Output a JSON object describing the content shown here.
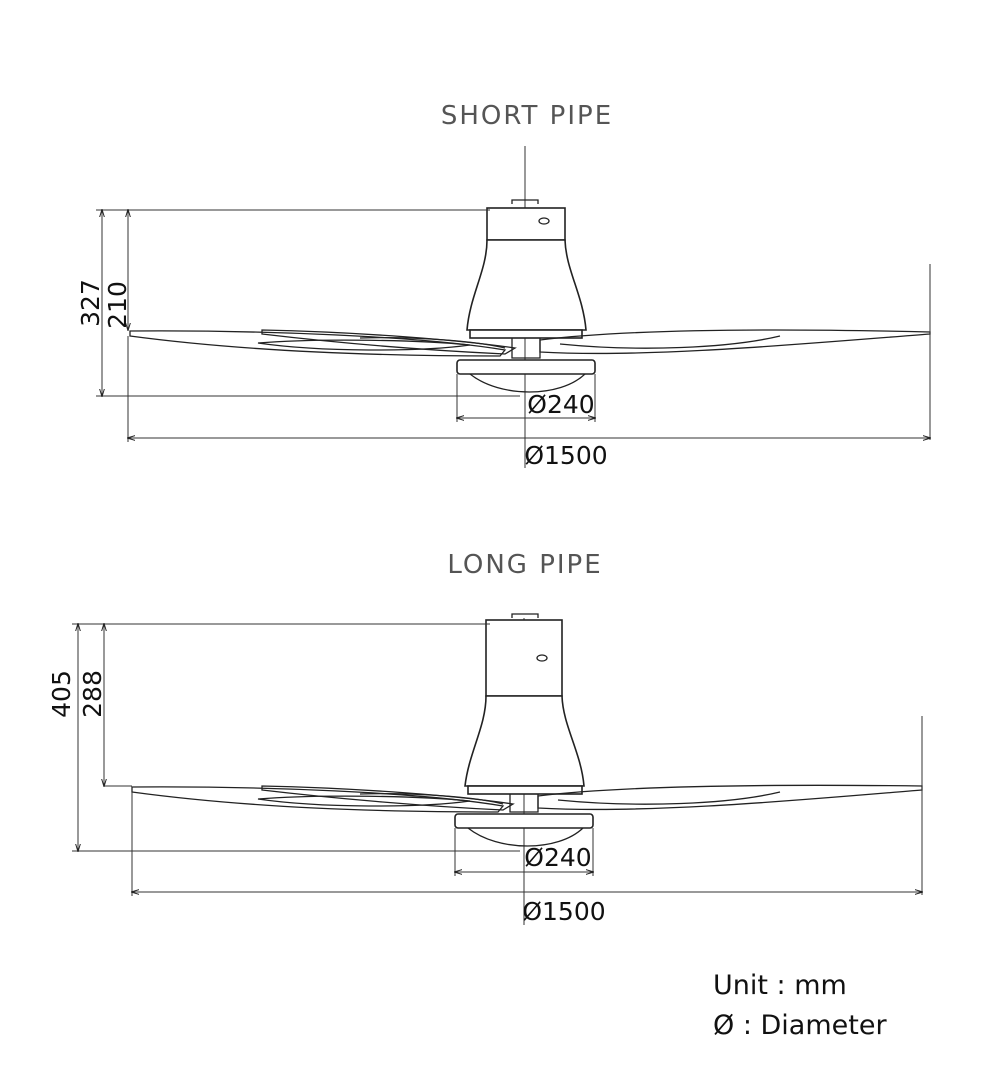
{
  "diagrams": [
    {
      "title": "SHORT PIPE",
      "overall_height": "327",
      "body_height": "210",
      "light_diameter": "Ø240",
      "blade_diameter": "Ø1500"
    },
    {
      "title": "LONG PIPE",
      "overall_height": "405",
      "body_height": "288",
      "light_diameter": "Ø240",
      "blade_diameter": "Ø1500"
    }
  ],
  "legend": {
    "unit": "Unit : mm",
    "diameter": "Ø : Diameter"
  }
}
